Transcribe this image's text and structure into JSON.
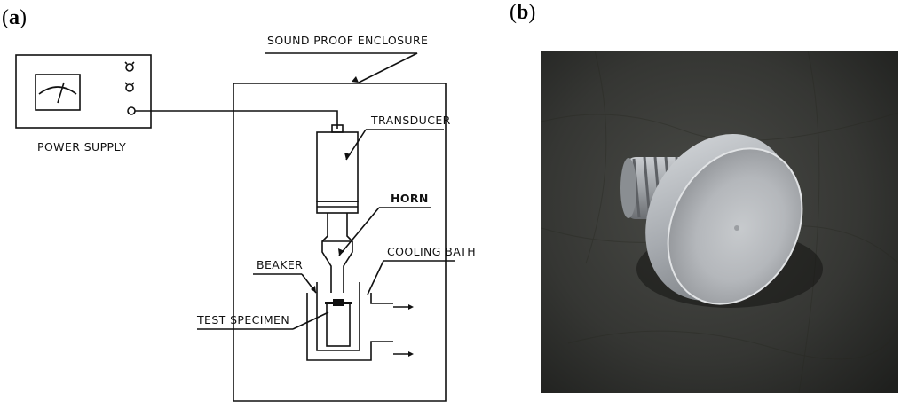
{
  "panel_a": {
    "label_paren_open": "(",
    "label_letter": "a",
    "label_paren_close": ")",
    "labels": {
      "enclosure": "SOUND PROOF ENCLOSURE",
      "power_supply": "POWER SUPPLY",
      "transducer": "TRANSDUCER",
      "horn": "HORN",
      "beaker": "BEAKER",
      "cooling_bath": "COOLING BATH",
      "test_specimen": "TEST SPECIMEN"
    }
  },
  "panel_b": {
    "label_paren_open": "(",
    "label_letter": "b",
    "label_paren_close": ")",
    "photo_subject": "threaded-metal-specimen-on-leather"
  },
  "colors": {
    "line": "#111111",
    "leather_dark": "#2b2c29",
    "metal": "#b9bcc0"
  }
}
